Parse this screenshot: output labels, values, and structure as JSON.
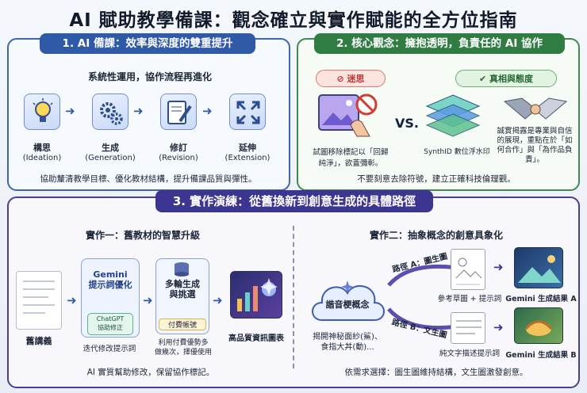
{
  "title": "AI 賦助教學備課：觀念確立與實作賦能的全方位指南",
  "s1": {
    "header": "1. AI 備課：效率與深度的雙重提升",
    "subtitle": "系統性運用，協作流程再進化",
    "steps": [
      {
        "zh": "構思",
        "en": "(Ideation)",
        "icon": "lightbulb-icon"
      },
      {
        "zh": "生成",
        "en": "(Generation)",
        "icon": "gears-icon"
      },
      {
        "zh": "修訂",
        "en": "(Revision)",
        "icon": "edit-icon"
      },
      {
        "zh": "延伸",
        "en": "(Extension)",
        "icon": "expand-arrows-icon"
      }
    ],
    "footer": "協助釐清教學目標、優化教材結構，提升備課品質與彈性。"
  },
  "s2": {
    "header": "2. 核心觀念：擁抱透明，負責任的 AI 協作",
    "myth_label": "迷思",
    "myth_caption": "試圖移除標記以「回歸純淨」，欲蓋彌彰。",
    "vs": "VS.",
    "fact_label": "真相與態度",
    "synthid": "SynthID 數位浮水印",
    "fact_caption": "誠實揭露是專業與自信的展現，重點在於「如何合作」與「為作品負責」。",
    "footer": "不要刻意去除符號，建立正確科技倫理觀。"
  },
  "s3": {
    "header": "3. 實作演練：從舊換新到創意生成的具體路徑",
    "left_title": "實作一：舊教材的智慧升級",
    "old_doc": "舊講義",
    "gemini_box": "Gemini\n提示詞優化",
    "chatgpt_box": "ChatGPT\n協助修正",
    "gemini_caption": "迭代修改提示詞",
    "multi_box": "多輪生成\n與挑選",
    "paid_box": "付費帳號",
    "multi_caption": "利用付費優勢多\n做幾次，擇優使用",
    "result": "高品質資訊圖表",
    "left_footer": "AI 實質幫助修改，保留協作標記。",
    "right_title": "實作二：抽象概念的創意具象化",
    "cloud_label": "諧音梗概念",
    "cloud_caption": "揭開神秘面紗(鯊)、\n食指大丼(動)...",
    "path_a": "路徑 A：圖生圖",
    "path_b": "路徑 B：文生圖",
    "a_caption": "參考草圖 + 提示詞",
    "b_caption": "純文字描述提示詞",
    "result_a": "Gemini 生成結果 A",
    "result_b": "Gemini 生成結果 B",
    "right_footer": "依需求選擇：圖生圖維持結構，文生圖激發創意。"
  },
  "colors": {
    "blue": "#2f5aa8",
    "green": "#2f7d43",
    "purple": "#3d3690",
    "myth_red": "#c9473d"
  }
}
